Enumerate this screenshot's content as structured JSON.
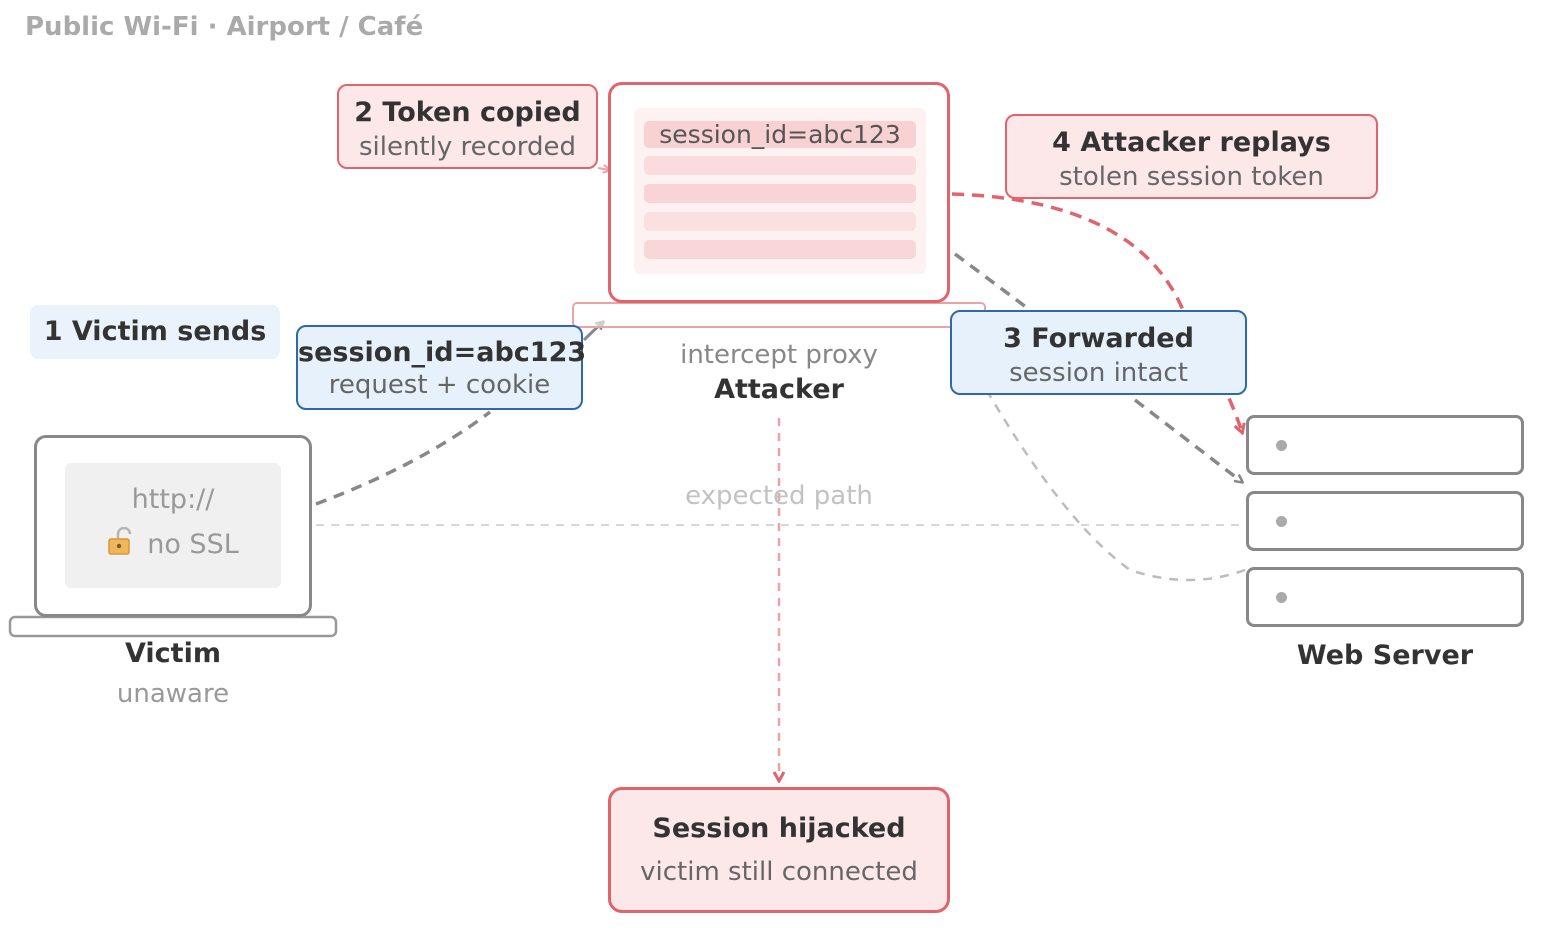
{
  "scene_title": "Public Wi-Fi · Airport / Café",
  "steps": {
    "victim_sends": "1 Victim sends",
    "token_copied": {
      "title": "2 Token copied",
      "subtitle": "silently recorded"
    },
    "forwarded": {
      "title": "3 Forwarded",
      "subtitle": "session intact"
    },
    "attacker_replays": {
      "title": "4 Attacker replays",
      "subtitle": "stolen session token"
    }
  },
  "request": {
    "title": "session_id=abc123",
    "subtitle": "request + cookie"
  },
  "attacker": {
    "screen_line": "session_id=abc123",
    "caption": "intercept proxy",
    "name": "Attacker"
  },
  "victim": {
    "screen_line1": "http://",
    "screen_line2": "no SSL",
    "lock_icon": "open-lock-icon",
    "name": "Victim",
    "state": "unaware"
  },
  "server": {
    "name": "Web Server",
    "units": 3
  },
  "expected_path": "expected path",
  "result": {
    "title": "Session hijacked",
    "subtitle": "victim still connected"
  },
  "colors": {
    "red": "#e0646b",
    "red_fill": "#fde8e9",
    "blue": "#2f6aa8",
    "blue_fill": "#e6f1fb",
    "gray_line": "#888888",
    "light_gray": "#cccccc"
  }
}
